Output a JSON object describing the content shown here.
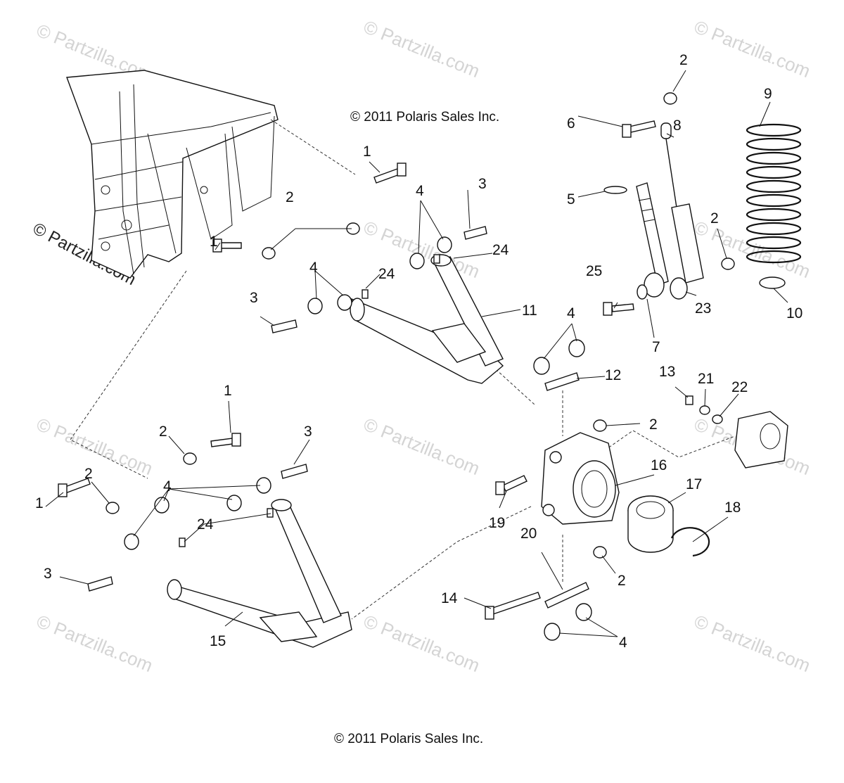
{
  "copyright_top": "© 2011 Polaris Sales Inc.",
  "copyright_bottom": "© 2011 Polaris Sales Inc.",
  "watermarks": [
    "© Partzilla.com",
    "© Partzilla.com",
    "© Partzilla.com",
    "© Partzilla.com",
    "© Partzilla.com",
    "© Partzilla.com",
    "© Partzilla.com",
    "© Partzilla.com",
    "© Partzilla.com",
    "© Partzilla.com"
  ],
  "frame_watermark": "© Partzilla.com",
  "callouts": [
    "1",
    "1",
    "1",
    "1",
    "2",
    "2",
    "2",
    "2",
    "2",
    "2",
    "2",
    "2",
    "3",
    "3",
    "3",
    "3",
    "3",
    "4",
    "4",
    "4",
    "4",
    "4",
    "4",
    "5",
    "6",
    "7",
    "8",
    "9",
    "10",
    "11",
    "12",
    "13",
    "14",
    "15",
    "16",
    "17",
    "18",
    "19",
    "20",
    "21",
    "22",
    "23",
    "24",
    "24",
    "24",
    "24",
    "25"
  ]
}
